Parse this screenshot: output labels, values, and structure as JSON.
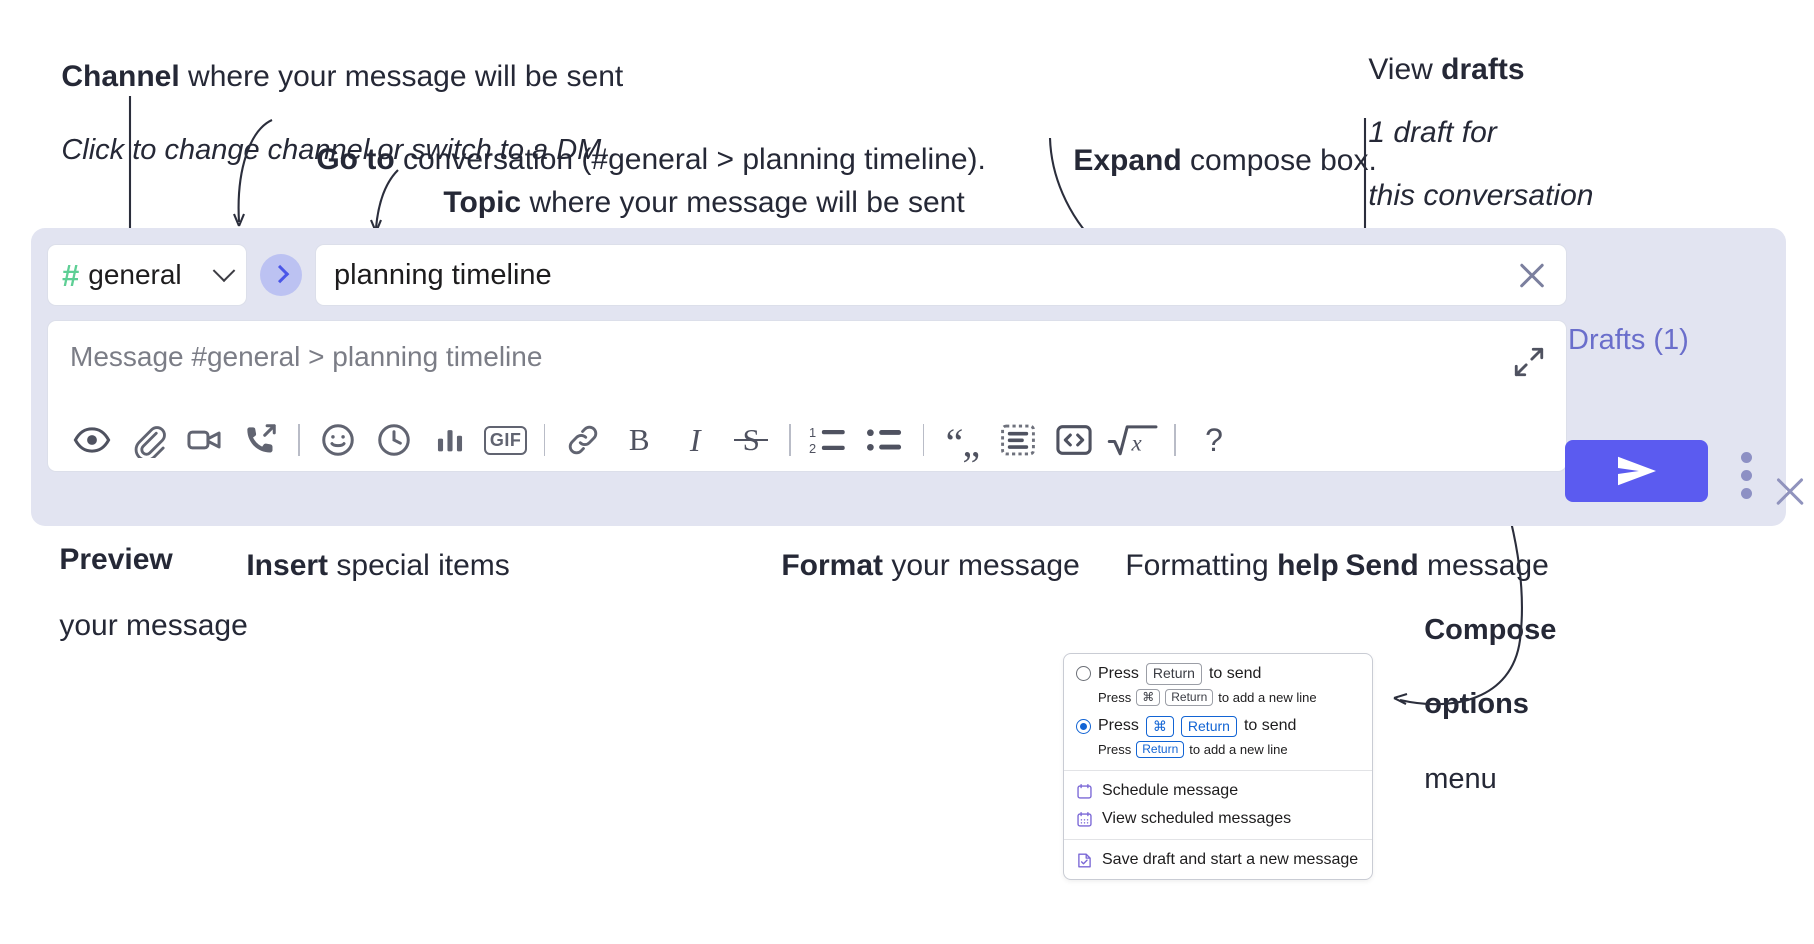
{
  "annotations": {
    "channel": {
      "bold": "Channel",
      "rest": " where your message will be sent",
      "italic": "Click to change channel or switch to a DM."
    },
    "goto": {
      "bold": "Go to",
      "rest": " conversation (#general > planning timeline)."
    },
    "topic": {
      "bold": "Topic",
      "rest": " where your message will be sent"
    },
    "expand": {
      "bold": "Expand",
      "rest": " compose box."
    },
    "drafts": {
      "line1_plain": "View ",
      "line1_bold": "drafts",
      "line2": "1 draft for",
      "line3": "this conversation"
    },
    "preview": {
      "bold": "Preview",
      "line2": "your message"
    },
    "insert": {
      "bold": "Insert",
      "rest": " special items"
    },
    "format": {
      "bold": "Format",
      "rest": " your message"
    },
    "help": {
      "plain": "Formatting ",
      "bold": "help"
    },
    "send": {
      "bold": "Send",
      "rest": " message"
    },
    "compose_options": {
      "bold1": "Compose",
      "bold2": "options",
      "plain": "menu"
    }
  },
  "compose": {
    "channel": {
      "hash": "#",
      "name": "general",
      "icon": "hash-icon",
      "caret_icon": "chevron-down-icon"
    },
    "goto_button": {
      "icon": "chevron-right-icon",
      "label": ""
    },
    "topic": {
      "value": "planning timeline",
      "clear_icon": "close-icon"
    },
    "message": {
      "placeholder": "Message #general > planning timeline",
      "value": "",
      "expand_icon": "expand-diagonal-icon"
    },
    "drafts_label": "Drafts (1)",
    "send_icon": "send-paper-plane-icon",
    "overflow_icon": "kebab-vertical-icon",
    "close_icon": "close-icon",
    "toolbar": [
      {
        "name": "preview-button",
        "icon": "eye-icon",
        "label": ""
      },
      {
        "name": "attach-button",
        "icon": "paperclip-icon",
        "label": ""
      },
      {
        "name": "video-clip-button",
        "icon": "video-camera-icon",
        "label": ""
      },
      {
        "name": "audio-clip-button",
        "icon": "phone-arrow-icon",
        "label": ""
      },
      {
        "name": "separator-1",
        "icon": "separator",
        "label": ""
      },
      {
        "name": "emoji-button",
        "icon": "smiley-icon",
        "label": ""
      },
      {
        "name": "reminder-button",
        "icon": "clock-icon",
        "label": ""
      },
      {
        "name": "poll-button",
        "icon": "bar-chart-icon",
        "label": ""
      },
      {
        "name": "gif-button",
        "icon": "gif-icon",
        "label": "GIF"
      },
      {
        "name": "separator-2",
        "icon": "separator",
        "label": ""
      },
      {
        "name": "link-button",
        "icon": "link-icon",
        "label": ""
      },
      {
        "name": "bold-button",
        "icon": "bold-icon",
        "label": "B"
      },
      {
        "name": "italic-button",
        "icon": "italic-icon",
        "label": "I"
      },
      {
        "name": "strikethrough-button",
        "icon": "strikethrough-icon",
        "label": "S"
      },
      {
        "name": "separator-3",
        "icon": "separator",
        "label": ""
      },
      {
        "name": "ordered-list-button",
        "icon": "ordered-list-icon",
        "label": ""
      },
      {
        "name": "bulleted-list-button",
        "icon": "bulleted-list-icon",
        "label": ""
      },
      {
        "name": "separator-4",
        "icon": "separator",
        "label": ""
      },
      {
        "name": "blockquote-button",
        "icon": "quote-icon",
        "label": ""
      },
      {
        "name": "code-block-button",
        "icon": "code-block-icon",
        "label": ""
      },
      {
        "name": "code-button",
        "icon": "code-brackets-icon",
        "label": ""
      },
      {
        "name": "math-button",
        "icon": "square-root-x-icon",
        "label": ""
      },
      {
        "name": "separator-5",
        "icon": "separator",
        "label": ""
      },
      {
        "name": "formatting-help-button",
        "icon": "question-mark-icon",
        "label": "?"
      }
    ]
  },
  "menu": {
    "options": [
      {
        "selected": false,
        "main_prefix": "Press",
        "main_key": "Return",
        "main_suffix": "to send",
        "sub_prefix": "Press",
        "sub_key1": "⌘",
        "sub_key2": "Return",
        "sub_suffix": "to add a new line"
      },
      {
        "selected": true,
        "main_prefix": "Press",
        "main_key1": "⌘",
        "main_key2": "Return",
        "main_suffix": "to send",
        "sub_prefix": "Press",
        "sub_key": "Return",
        "sub_suffix": "to add a new line"
      }
    ],
    "items": [
      {
        "label": "Schedule message",
        "icon": "calendar-icon"
      },
      {
        "label": "View scheduled messages",
        "icon": "calendar-grid-icon"
      },
      {
        "label": "Save draft and start a new message",
        "icon": "document-check-icon"
      }
    ]
  },
  "colors": {
    "compose_bg": "#e2e4f1",
    "send_button": "#5b5bf0",
    "hash_green": "#5ecf95",
    "goto_bg": "#bcc2f2",
    "goto_chevron": "#4a56e8",
    "drafts_text": "#6a6ecb",
    "radio_selected": "#1264d4",
    "menu_icon_purple": "#7b68d6"
  }
}
